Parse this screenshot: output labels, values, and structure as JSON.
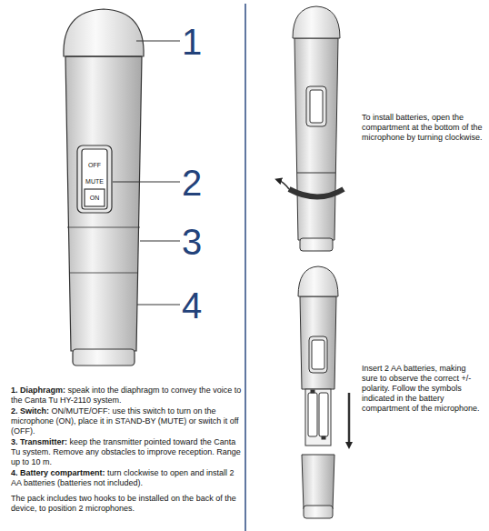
{
  "diagram": {
    "labels": [
      "1",
      "2",
      "3",
      "4",
      "OFF",
      "MUTE",
      "ON",
      "1. Diaphragm:",
      "speak into the diaphragm to convey the voice to the Canta Tu HY-2110 system.",
      "2. Switch:",
      "ON/MUTE/OFF: use this switch to turn on the microphone (ON), place it in STAND-BY (MUTE) or switch it off (OFF).",
      "3. Transmitter:",
      "keep the transmitter pointed toward the Canta Tu system. Remove any obstacles to improve reception. Range up to 10 m.",
      "4. Battery compartment:",
      "turn clockwise to open and install 2 AA batteries (batteries not included).",
      "The pack includes two hooks to be installed on the back of the device, to position 2 microphones.",
      "To install batteries, open the compartment at the bottom of the microphone by turning clockwise.",
      "Insert 2 AA batteries, making sure to observe the correct +/- polarity. Follow the symbols indicated in the battery compartment of the microphone."
    ]
  }
}
